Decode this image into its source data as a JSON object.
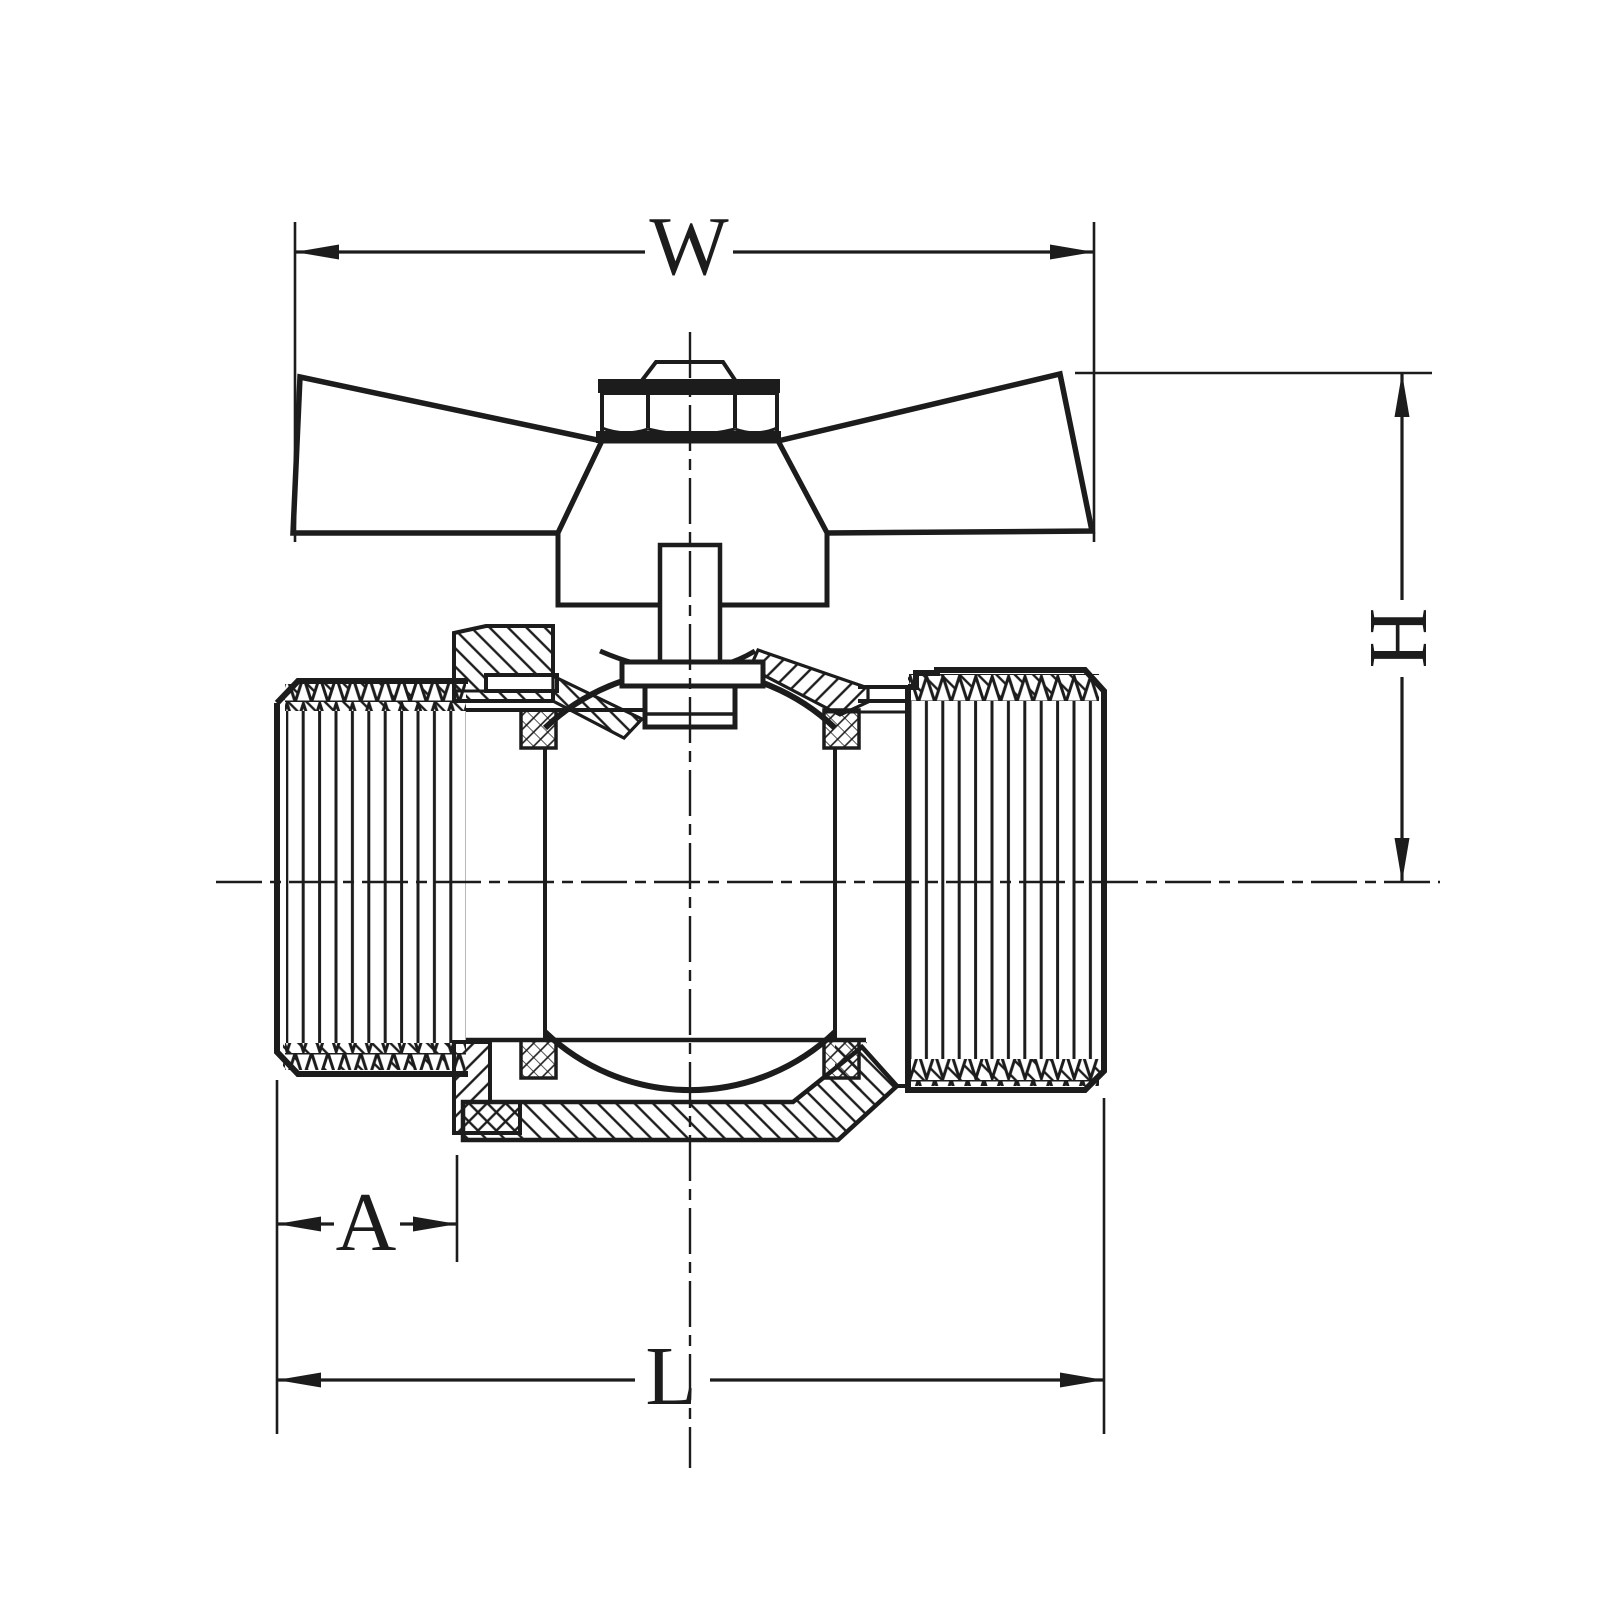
{
  "drawing": {
    "labels": {
      "width": "W",
      "height": "H",
      "socket_depth": "A",
      "overall_length": "L"
    }
  },
  "colors": {
    "ink": "#1c1c1c",
    "paper": "#ffffff"
  }
}
